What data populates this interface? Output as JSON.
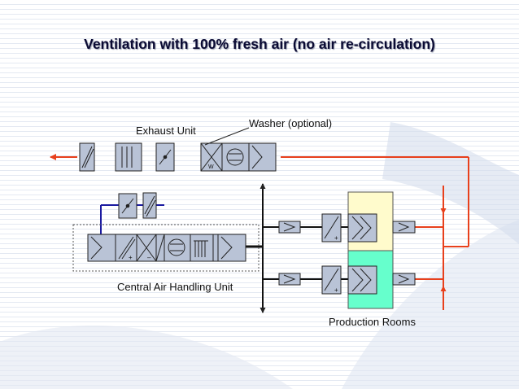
{
  "slide": {
    "title": "Ventilation with 100% fresh air (no air re-circulation)"
  },
  "labels": {
    "exhaust_unit": "Exhaust Unit",
    "washer": "Washer (optional)",
    "central_ahu": "Central Air Handling Unit",
    "production_rooms": "Production Rooms"
  },
  "symbols": {
    "washer_letter": "W",
    "plus": "+",
    "minus": "–"
  },
  "colors": {
    "exhaust_duct": "#e8401c",
    "supply_duct": "#1a1aa0",
    "component_fill": "#b9c3d6",
    "room_upper": "#fffbcc",
    "room_lower": "#66ffcc"
  }
}
